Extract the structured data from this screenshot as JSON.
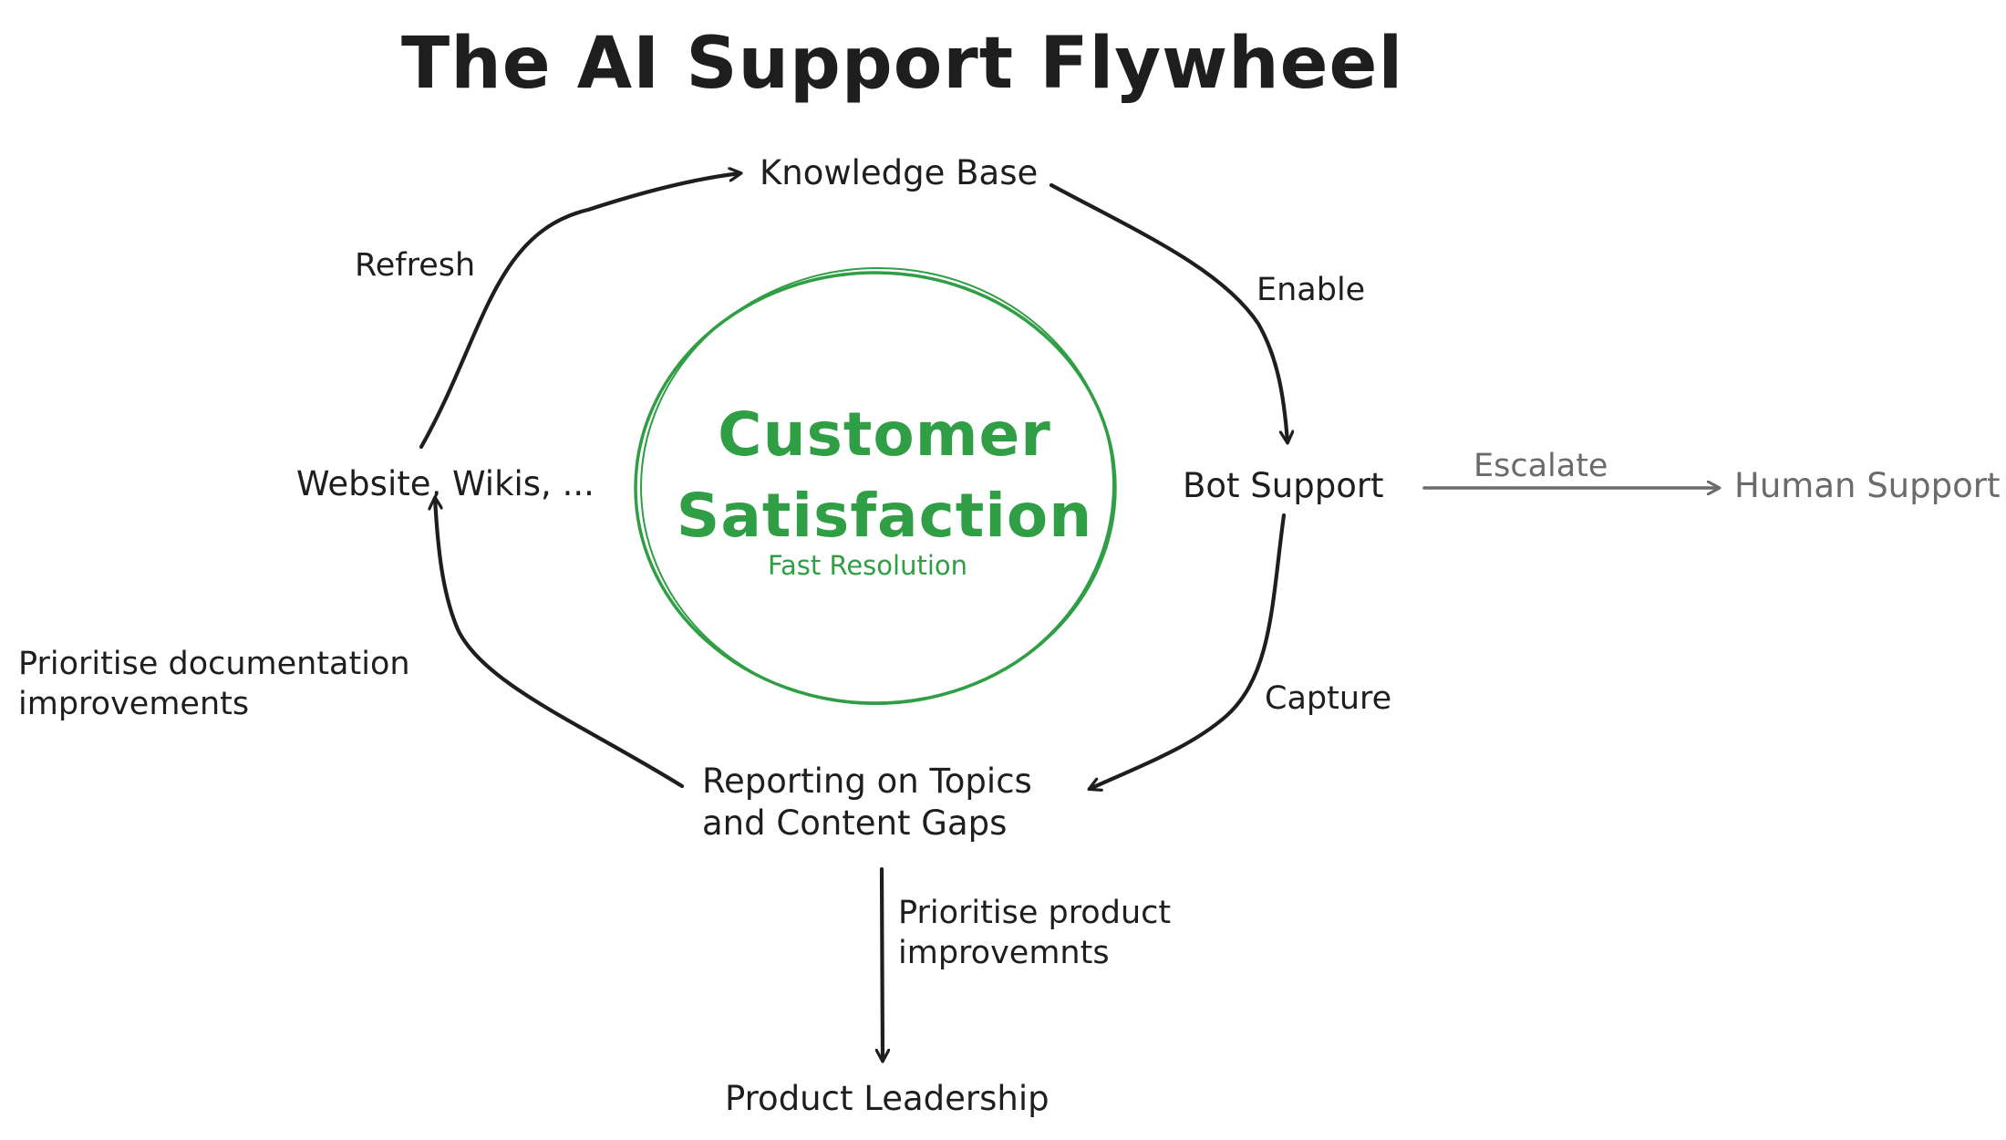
{
  "title": "The AI Support Flywheel",
  "center": {
    "title": "Customer Satisfaction",
    "subtitle": "Fast Resolution"
  },
  "nodes": {
    "knowledge_base": "Knowledge Base",
    "bot_support": "Bot Support",
    "human_support": "Human Support",
    "reporting": "Reporting on Topics\nand Content Gaps",
    "website_wikis": "Website, Wikis, ...",
    "product_leadership": "Product Leadership"
  },
  "edges": {
    "enable": "Enable",
    "escalate": "Escalate",
    "capture": "Capture",
    "prioritise_docs": "Prioritise documentation\nimprovements",
    "refresh": "Refresh",
    "prioritise_product": "Prioritise product\nimprovemnts"
  },
  "colors": {
    "ink": "#1e1e1e",
    "accent": "#2f9e44",
    "muted": "#6b6b6b"
  }
}
